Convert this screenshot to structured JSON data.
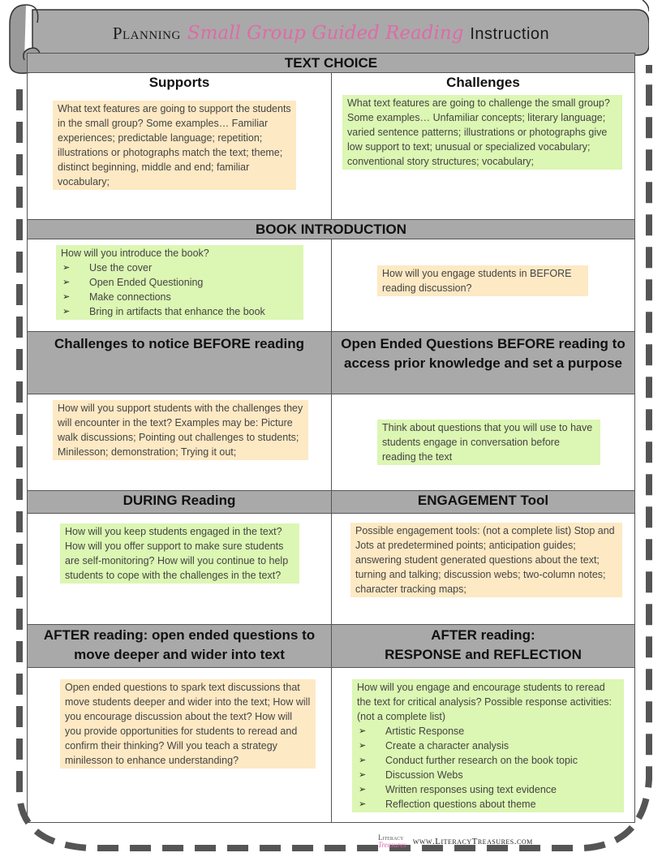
{
  "title": {
    "part1": "Planning",
    "script": "Small Group Guided Reading",
    "part2": "Instruction"
  },
  "sections": {
    "text_choice": "TEXT CHOICE",
    "supports_label": "Supports",
    "challenges_label": "Challenges",
    "supports_text": "What text features are going to support the students in the small group? Some examples… Familiar experiences; predictable language; repetition; illustrations or photographs match the text; theme; distinct beginning, middle and end; familiar vocabulary;",
    "challenges_text": "What text features are going to challenge the small group? Some examples… Unfamiliar concepts; literary language; varied sentence patterns; illustrations or photographs give low support to text; unusual or specialized vocabulary; conventional story structures; vocabulary;",
    "book_intro": "BOOK INTRODUCTION",
    "intro_prompt": "How will you introduce the book?",
    "intro_list": [
      "Use the cover",
      "Open Ended Questioning",
      "Make connections",
      "Bring in artifacts that enhance the book"
    ],
    "engage_before": "How will you engage students in BEFORE reading discussion?",
    "challenges_before_label": "Challenges to notice BEFORE reading",
    "open_questions_before_label": "Open Ended Questions BEFORE reading to access prior knowledge and set a purpose",
    "challenges_before_text": "How will you support students with the challenges they will encounter in the text? Examples may be: Picture walk discussions; Pointing out challenges to students; Minilesson; demonstration; Trying it out;",
    "open_questions_before_text": "Think about questions that you will use to have students engage in conversation before reading the text",
    "during_label": "DURING Reading",
    "engagement_tool_label": "ENGAGEMENT Tool",
    "during_text": "How will you keep students engaged in the text? How will you offer support to make sure students are self-monitoring? How will you continue to help students to cope with the challenges in the text?",
    "engagement_tool_text": "Possible engagement tools: (not a complete list) Stop and Jots at predetermined points; anticipation guides; answering student generated questions about the text; turning and talking; discussion webs; two-column notes; character tracking maps;",
    "after_open_label": "AFTER reading:  open ended questions to move deeper and wider into text",
    "after_response_label_1": "AFTER reading:",
    "after_response_label_2": "RESPONSE and REFLECTION",
    "after_open_text": "Open ended questions to spark text discussions that move students deeper and wider into the text; How will you encourage discussion about the text? How will you provide opportunities for students to reread and confirm their thinking? Will you teach a strategy minilesson to enhance understanding?",
    "after_response_prompt": "How will you engage and encourage students to reread the text for critical analysis? Possible response activities: (not a complete list)",
    "after_response_list": [
      "Artistic Response",
      "Create a character analysis",
      "Conduct further research on the book topic",
      "Discussion Webs",
      "Written responses using text evidence",
      "Reflection questions about theme"
    ]
  },
  "footer": {
    "logo_line1": "Literacy",
    "logo_line2": "Treasures",
    "url": "www.LiteracyTreasures.com"
  },
  "colors": {
    "header_grey": "#a9a9a9",
    "orange_box": "#fde9c4",
    "green_box": "#dcf6b3",
    "script_pink": "#e06aa8",
    "dash_grey": "#555555"
  }
}
